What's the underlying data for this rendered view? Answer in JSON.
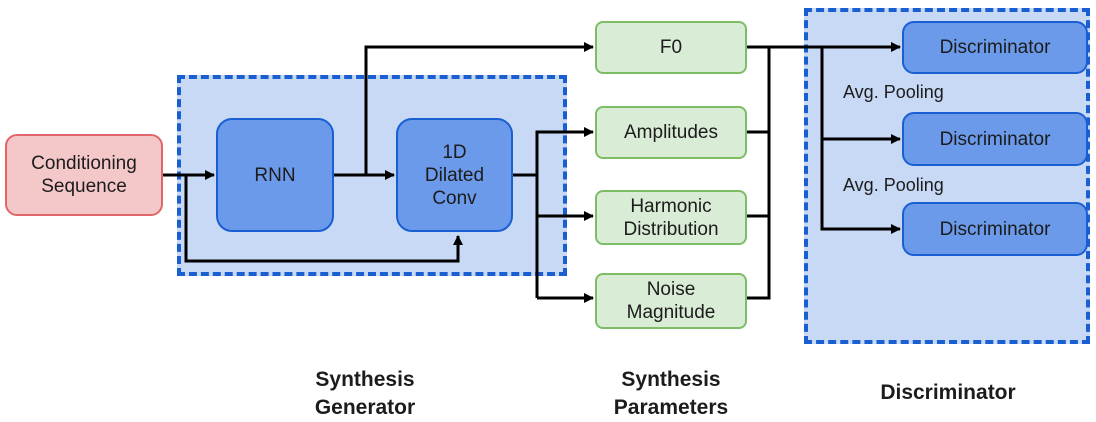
{
  "colors": {
    "group_fill": "#c8d9f6",
    "group_border": "#1a5fd1",
    "input_fill": "#f4c7c8",
    "input_border": "#e0666a",
    "generator_fill": "#6b9aea",
    "param_fill": "#d9ecd5",
    "param_border": "#7cbd66",
    "arrow": "#000000"
  },
  "nodes": {
    "conditioning": "Conditioning\nSequence",
    "rnn": "RNN",
    "dilated_conv": "1D\nDilated\nConv",
    "f0": "F0",
    "amplitudes": "Amplitudes",
    "harmonic": "Harmonic\nDistribution",
    "noise": "Noise\nMagnitude",
    "disc_1": "Discriminator",
    "disc_2": "Discriminator",
    "disc_3": "Discriminator"
  },
  "pooling_labels": [
    "Avg. Pooling",
    "Avg. Pooling"
  ],
  "sections": {
    "generator": "Synthesis\nGenerator",
    "parameters": "Synthesis\nParameters",
    "discriminator": "Discriminator"
  }
}
